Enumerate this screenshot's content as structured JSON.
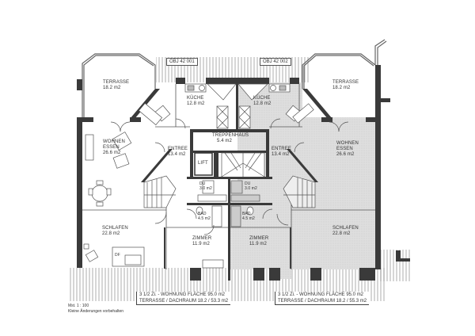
{
  "plan": {
    "object_ids": {
      "left": "OBJ 42 001",
      "right": "OBJ 42 002"
    },
    "colors": {
      "wall": "#3a3a3a",
      "line": "#555555",
      "shade": "#d9d9d9",
      "paper": "#ffffff"
    },
    "left_unit": {
      "rooms": [
        {
          "name": "TERRASSE",
          "area": "18.2 m2"
        },
        {
          "name": "KÜCHE",
          "area": "12.8 m2"
        },
        {
          "name": "WOHNEN",
          "name2": "ESSEN",
          "area": "26.6 m2"
        },
        {
          "name": "ENTREE",
          "area": "13.4 m2"
        },
        {
          "name": "DU",
          "area": "3.0 m2"
        },
        {
          "name": "BAD",
          "area": "4.5 m2"
        },
        {
          "name": "SCHLAFEN",
          "area": "22.8 m2"
        },
        {
          "name": "ZIMMER",
          "area": "11.9 m2"
        }
      ],
      "summary": {
        "line1": "3 1/2  Zi. - WOHNUNG    FLÄCHE  95.0 m2",
        "line2": "TERRASSE / DACHRAUM    18.2 / 53.3 m2"
      }
    },
    "right_unit": {
      "rooms": [
        {
          "name": "TERRASSE",
          "area": "18.2 m2"
        },
        {
          "name": "KÜCHE",
          "area": "12.8 m2"
        },
        {
          "name": "WOHNEN",
          "name2": "ESSEN",
          "area": "26.6 m2"
        },
        {
          "name": "ENTREE",
          "area": "13.4 m2"
        },
        {
          "name": "DU",
          "area": "3.0 m2"
        },
        {
          "name": "BAD",
          "area": "4.5 m2"
        },
        {
          "name": "SCHLAFEN",
          "area": "22.8 m2"
        },
        {
          "name": "ZIMMER",
          "area": "11.9 m2"
        }
      ],
      "summary": {
        "line1": "3 1/2  Zi. - WOHNUNG    FLÄCHE  95.0 m2",
        "line2": "TERRASSE / DACHRAUM    18.2 / 55.3 m2"
      }
    },
    "shared": {
      "stairwell": {
        "name": "TREPPENHAUS",
        "area": "5.4 m2"
      },
      "lift": "LIFT"
    },
    "notes": {
      "scale": "Mst.   1 : 100",
      "disclaimer": "Kleine  Änderungen  vorbehalten"
    },
    "furniture": {
      "bed_label": "DF"
    }
  }
}
